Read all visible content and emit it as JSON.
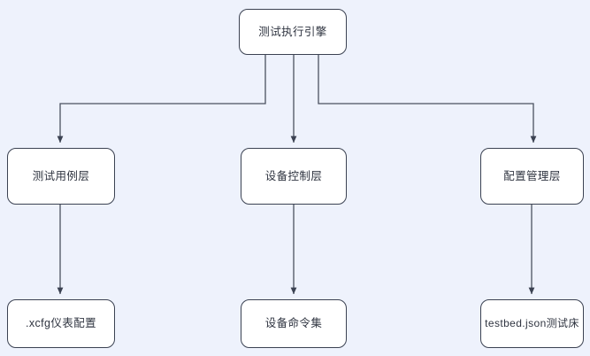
{
  "diagram": {
    "type": "flowchart",
    "orientation": "top-down",
    "background_color": "#eef2fc",
    "node_fill_color": "#ffffff",
    "node_border_color": "#3b4252",
    "connector_color": "#4a5160",
    "levels": 3,
    "nodes": {
      "root": {
        "id": "root",
        "label": "测试执行引擎",
        "level": 1
      },
      "testcase_layer": {
        "id": "testcase-layer",
        "label": "测试用例层",
        "level": 2
      },
      "device_control_layer": {
        "id": "device-control-layer",
        "label": "设备控制层",
        "level": 2
      },
      "config_manage_layer": {
        "id": "config-manage-layer",
        "label": "配置管理层",
        "level": 2
      },
      "xcfg_config": {
        "id": "xcfg-config",
        "label": ".xcfg仪表配置",
        "level": 3
      },
      "device_command_set": {
        "id": "device-command-set",
        "label": "设备命令集",
        "level": 3
      },
      "testbed_json": {
        "id": "testbed-json",
        "label": "testbed.json测试床",
        "level": 3
      }
    },
    "edges": [
      {
        "from": "root",
        "to": "testcase-layer",
        "style": "orthogonal",
        "arrow": true
      },
      {
        "from": "root",
        "to": "device-control-layer",
        "style": "straight",
        "arrow": true
      },
      {
        "from": "root",
        "to": "config-manage-layer",
        "style": "orthogonal",
        "arrow": true
      },
      {
        "from": "testcase-layer",
        "to": "xcfg-config",
        "style": "straight",
        "arrow": true
      },
      {
        "from": "device-control-layer",
        "to": "device-command-set",
        "style": "straight",
        "arrow": true
      },
      {
        "from": "config-manage-layer",
        "to": "testbed-json",
        "style": "straight",
        "arrow": true
      }
    ]
  }
}
